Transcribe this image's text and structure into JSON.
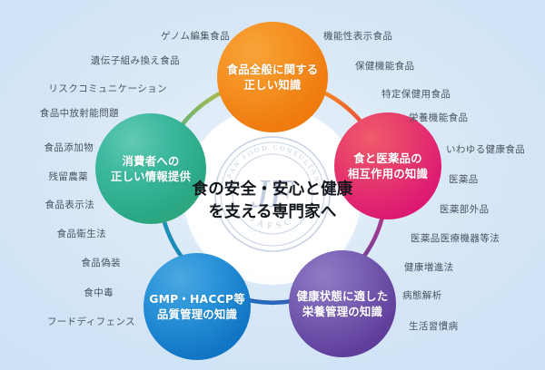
{
  "figure": {
    "title": "食の安全・安心と健康を支える専門家へ",
    "center": {
      "line1": "食の安全・安心と健康",
      "line2": "を支える専門家へ",
      "watermark_text_top": "JAPAN FOOD CONSULTANT",
      "watermark_text_bottom": "JAFSC",
      "watermark_monogram": "JF"
    },
    "background_color": "#d2e4f6"
  },
  "nodes": [
    {
      "id": "food-general",
      "color": "#f08000",
      "line1": "食品全般に関する",
      "line2": "正しい知識"
    },
    {
      "id": "food-drug-interaction",
      "color": "#e01a70",
      "line1": "食と医薬品の",
      "line2": "相互作用の知識"
    },
    {
      "id": "nutrition-management",
      "color": "#65419d",
      "line1": "健康状態に適した",
      "line2": "栄養管理の知識"
    },
    {
      "id": "quality-control",
      "color": "#1277c6",
      "line1": "GMP・HACCP等",
      "line2": "品質管理の知識"
    },
    {
      "id": "consumer-information",
      "color": "#2fae93",
      "line1": "消費者への",
      "line2": "正しい情報提供"
    }
  ],
  "labels_left": [
    "ゲノム編集食品",
    "遺伝子組み換え食品",
    "リスクコミュニケーション",
    "食品中放射能問題",
    "食品添加物",
    "残留農薬",
    "食品表示法",
    "食品衛生法",
    "食品偽装",
    "食中毒",
    "フードディフェンス"
  ],
  "labels_right": [
    "機能性表示食品",
    "保健機能食品",
    "特定保健用食品",
    "栄養機能食品",
    "いわゆる健康食品",
    "医薬品",
    "医薬部外品",
    "医薬品医療機器等法",
    "健康増進法",
    "病態解析",
    "生活習慣病"
  ]
}
